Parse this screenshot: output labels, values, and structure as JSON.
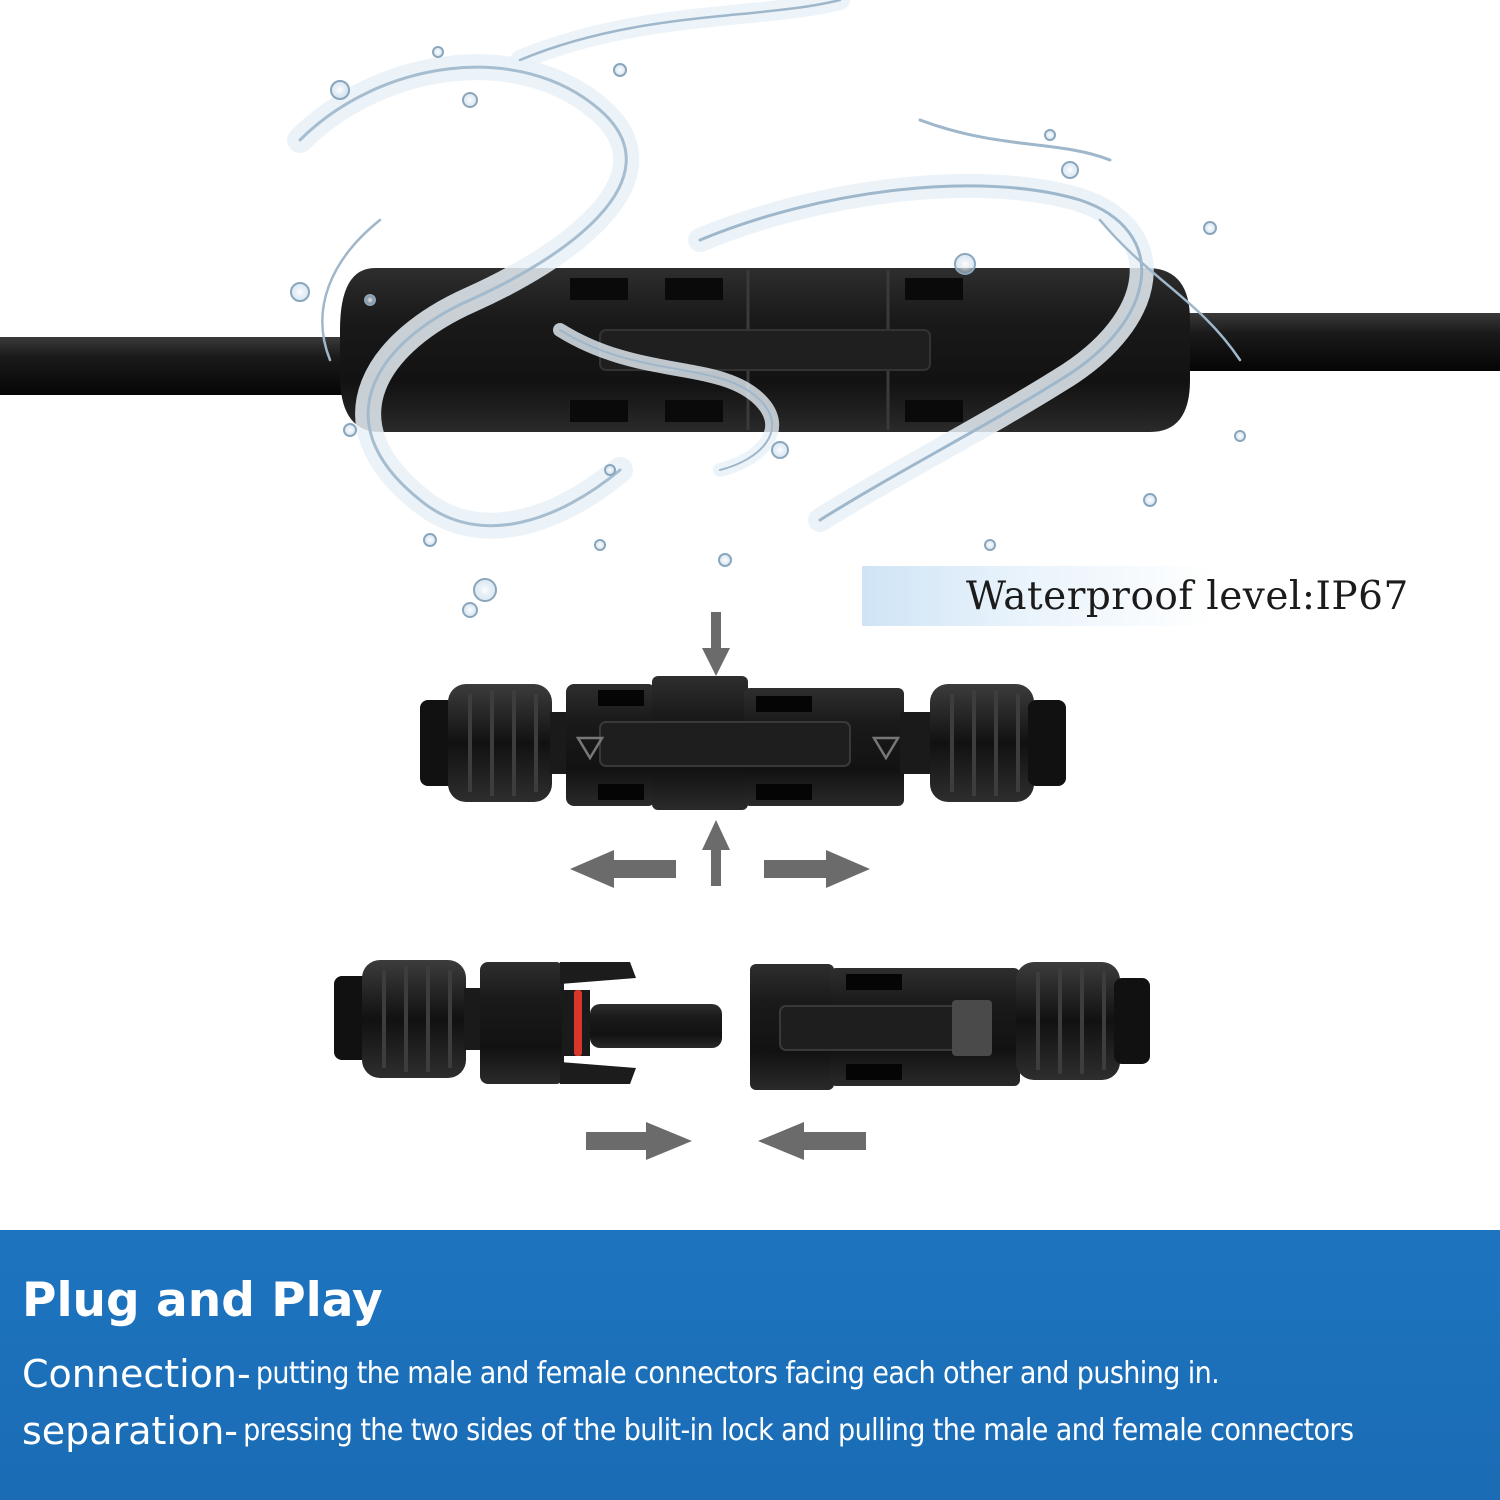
{
  "badge": {
    "text": "Waterproof level:IP67"
  },
  "banner": {
    "title": "Plug and Play",
    "rows": [
      {
        "term": "Connection-",
        "description": "putting the male and female connectors facing each other and pushing in."
      },
      {
        "term": "separation-",
        "description": "pressing the two sides of the bulit-in lock and pulling the male and female connectors"
      }
    ]
  },
  "colors": {
    "banner_blue": "#1b6fb8",
    "connector_black": "#161616",
    "arrow_gray": "#6b6b6b",
    "seal_red": "#d8362a"
  },
  "icons": [
    "down-arrow-icon",
    "up-arrow-icon",
    "left-arrow-icon",
    "right-arrow-icon",
    "triangle-warning-icon"
  ]
}
